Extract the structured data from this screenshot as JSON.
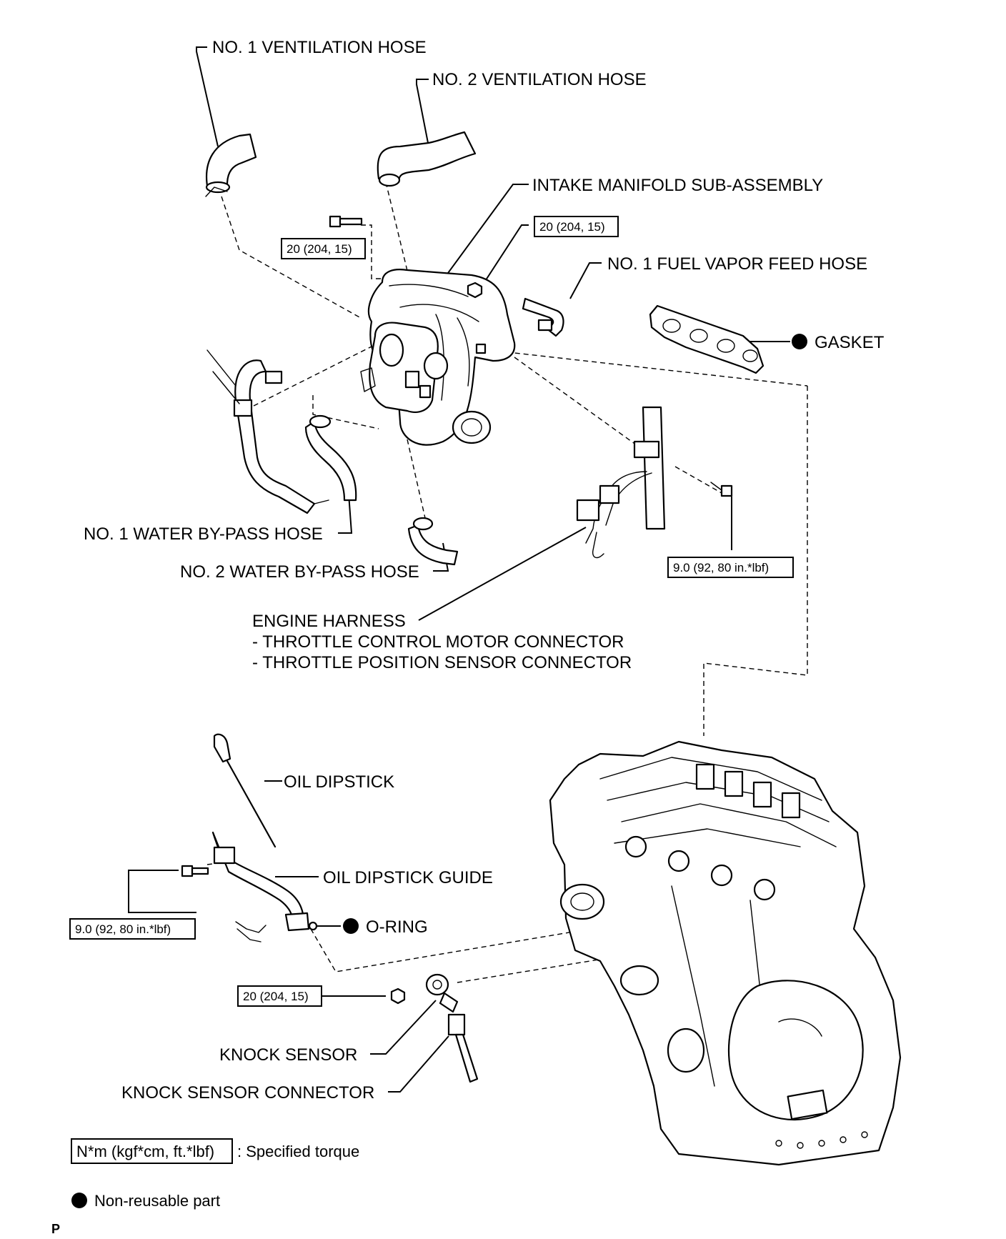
{
  "labels": {
    "no1_ventilation_hose": "NO. 1 VENTILATION HOSE",
    "no2_ventilation_hose": "NO. 2 VENTILATION HOSE",
    "intake_manifold": "INTAKE MANIFOLD SUB-ASSEMBLY",
    "no1_fuel_vapor_feed_hose": "NO. 1 FUEL VAPOR FEED HOSE",
    "gasket": "GASKET",
    "no1_water_bypass_hose": "NO. 1 WATER BY-PASS HOSE",
    "no2_water_bypass_hose": "NO. 2 WATER BY-PASS HOSE",
    "engine_harness": "ENGINE HARNESS",
    "throttle_control_motor_connector": "- THROTTLE CONTROL MOTOR CONNECTOR",
    "throttle_position_sensor_connector": "- THROTTLE POSITION SENSOR CONNECTOR",
    "oil_dipstick": "OIL DIPSTICK",
    "oil_dipstick_guide": "OIL DIPSTICK GUIDE",
    "o_ring": "O-RING",
    "knock_sensor": "KNOCK SENSOR",
    "knock_sensor_connector": "KNOCK SENSOR CONNECTOR"
  },
  "torques": {
    "manifold_bolt": "20 (204, 15)",
    "manifold_nut": "20 (204, 15)",
    "harness_bolt": "9.0 (92, 80 in.*lbf)",
    "dipstick_guide_bolt": "9.0 (92, 80 in.*lbf)",
    "knock_sensor_nut": "20 (204, 15)"
  },
  "legend": {
    "torque_unit": "N*m (kgf*cm, ft.*lbf)",
    "torque_desc": ": Specified torque",
    "non_reusable": "Non-reusable part"
  },
  "footer_code": "P"
}
